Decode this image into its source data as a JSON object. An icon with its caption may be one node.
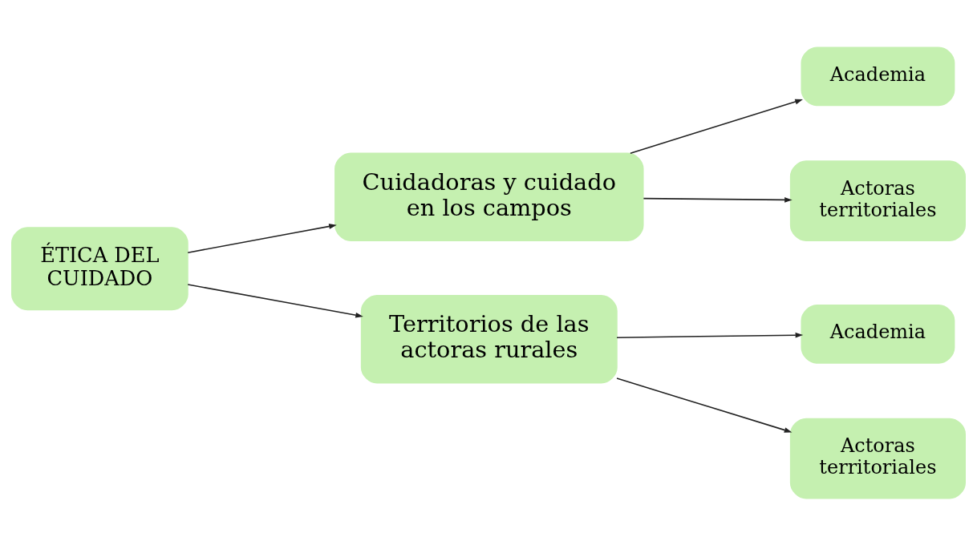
{
  "diagram": {
    "nodes": [
      {
        "text": [
          "ÉTICA DEL CUIDADO"
        ]
      },
      {
        "text": [
          "Cuidadoras y cuidado en los campos"
        ]
      },
      {
        "text": [
          "Academia"
        ]
      },
      {
        "text": [
          "Actoras territoriales"
        ]
      },
      {
        "text": [
          "Territorios de las actoras rurales"
        ]
      },
      {
        "text": [
          "Academia"
        ]
      },
      {
        "text": [
          "Actoras territoriales"
        ]
      }
    ],
    "edges": [
      {
        "from": 0,
        "to": 1,
        "arrow": "to"
      },
      {
        "from": 0,
        "to": 4,
        "arrow": "to"
      },
      {
        "from": 1,
        "to": 2,
        "arrow": "to"
      },
      {
        "from": 1,
        "to": 3,
        "arrow": "to"
      },
      {
        "from": 4,
        "to": 5,
        "arrow": "to"
      },
      {
        "from": 4,
        "to": 6,
        "arrow": "to"
      }
    ]
  }
}
